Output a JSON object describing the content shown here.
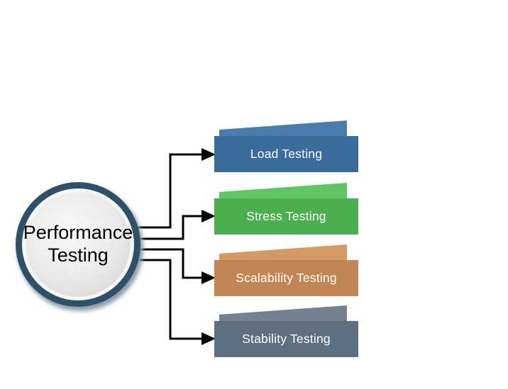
{
  "diagram": {
    "background_color": "#ffffff",
    "arrow_color": "#000000",
    "text_color": "#ffffff",
    "center_node": {
      "label_line1": "Performance",
      "label_line2": "Testing",
      "ring_color": "#2e5069",
      "face_color": "#e7e7e7",
      "label_color": "#000000"
    },
    "banners": [
      {
        "label": "Load Testing",
        "color": "#396b9b",
        "flap_color": "#4a7dad"
      },
      {
        "label": "Stress Testing",
        "color": "#4bae4f",
        "flap_color": "#5fc463"
      },
      {
        "label": "Scalability Testing",
        "color": "#c28655",
        "flap_color": "#d49a64"
      },
      {
        "label": "Stability Testing",
        "color": "#5d6f80",
        "flap_color": "#74828f"
      }
    ]
  }
}
